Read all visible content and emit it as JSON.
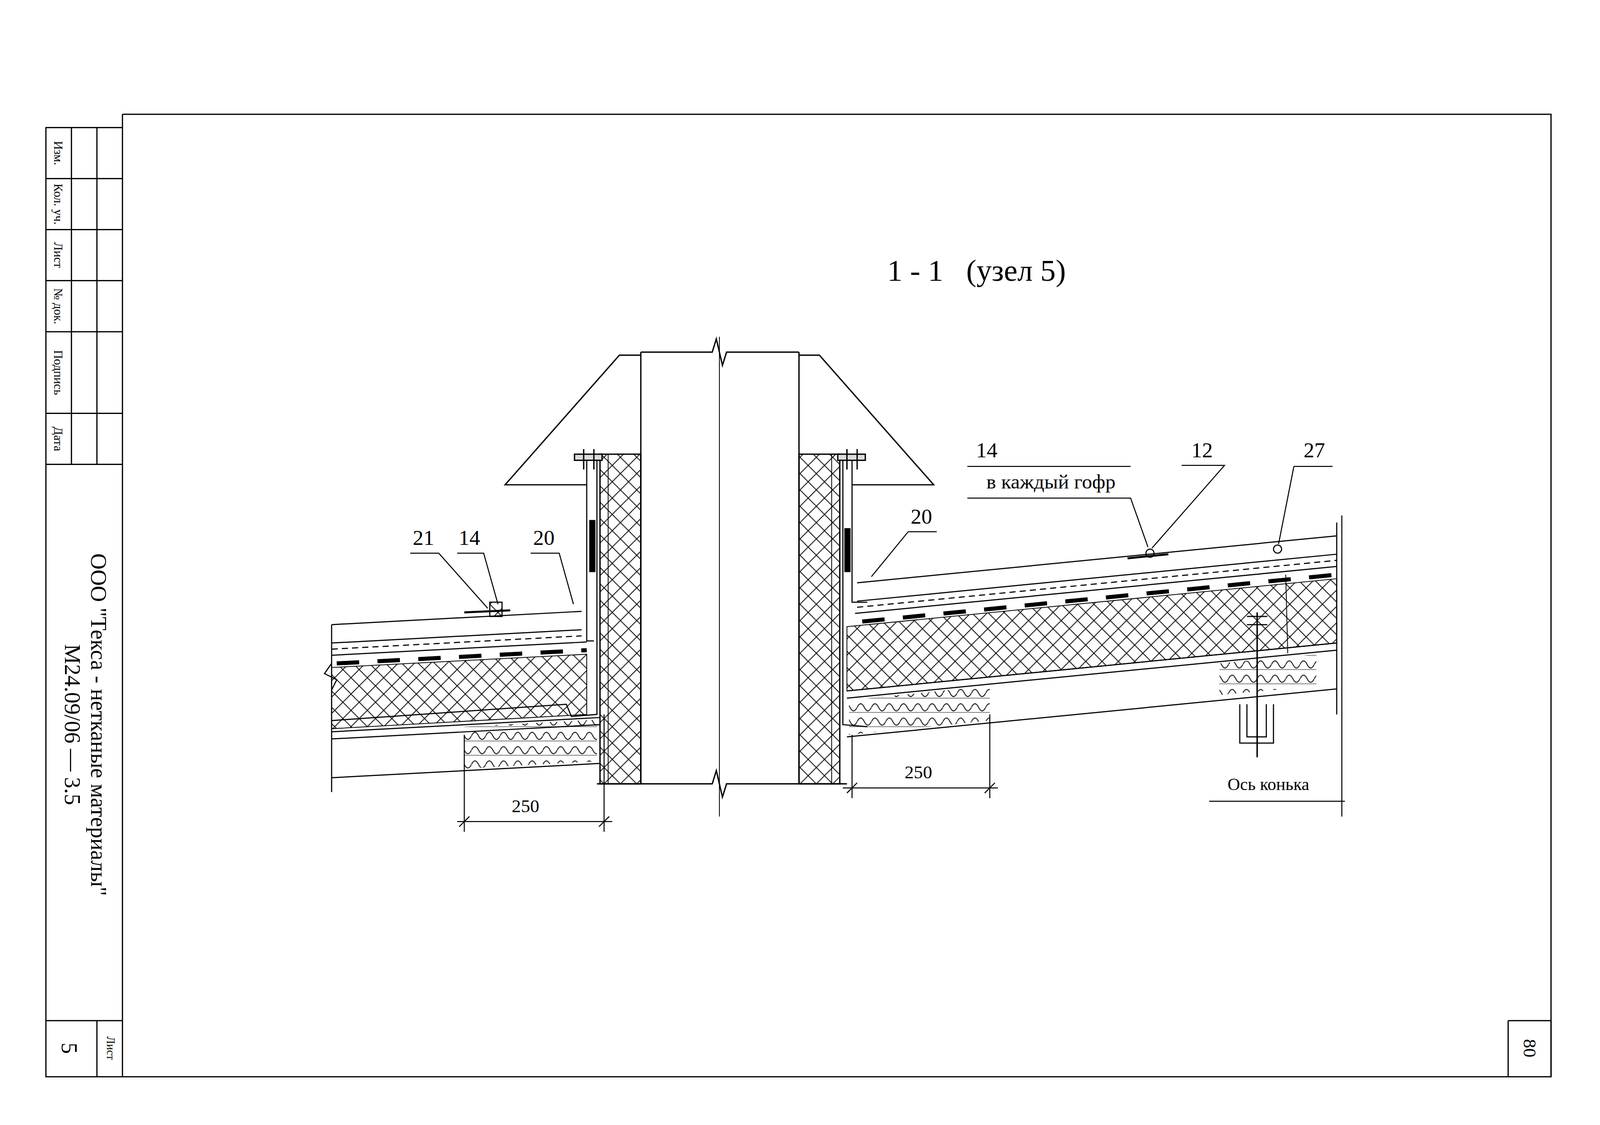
{
  "diagram": {
    "title": "1 - 1   (узел 5)",
    "labels": [
      "21",
      "14",
      "20",
      "20",
      "14",
      "в каждый гофр",
      "12",
      "27",
      "250",
      "250",
      "Ось конька",
      "Изм.",
      "Кол. уч.",
      "Лист",
      "№ док.",
      "Подпись",
      "Дата",
      "ООО \"Текса - нетканые материалы\"",
      "М24.09/06 — 3.5",
      "Лист",
      "5",
      "80"
    ]
  }
}
